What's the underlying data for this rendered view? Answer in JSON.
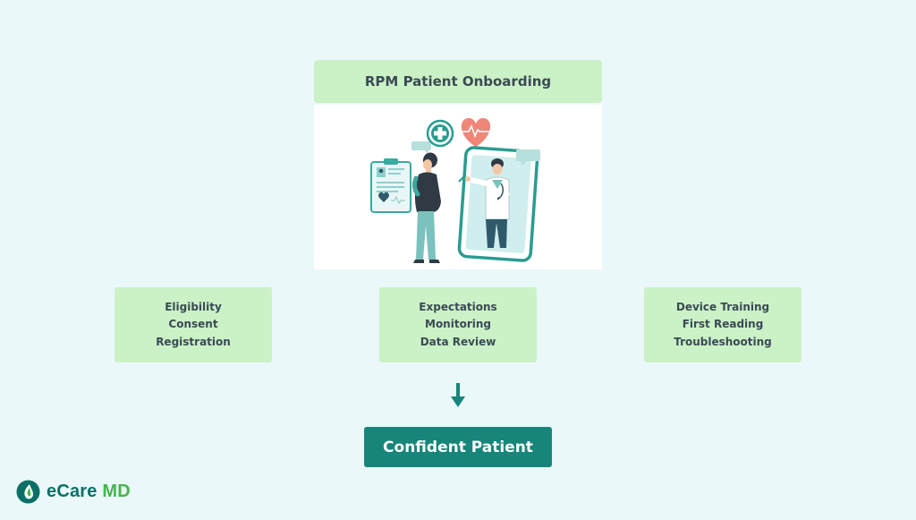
{
  "diagram": {
    "title": "RPM Patient Onboarding",
    "steps": [
      {
        "lines": [
          "Eligibility",
          "Consent",
          "Registration"
        ]
      },
      {
        "lines": [
          "Expectations",
          "Monitoring",
          "Data Review"
        ]
      },
      {
        "lines": [
          "Device Training",
          "First Reading",
          "Troubleshooting"
        ]
      }
    ],
    "flow_icon": "down-arrow-icon",
    "outcome": "Confident Patient"
  },
  "illustration": {
    "description_icons": [
      "clipboard-icon",
      "patient-figure",
      "smartphone-icon",
      "doctor-figure",
      "medical-cross-icon",
      "heart-pulse-icon",
      "chat-bubble-icon"
    ]
  },
  "brand": {
    "name_part1": "eCare",
    "name_part2": "MD",
    "icon": "ecare-drop-logo-icon",
    "colors": {
      "primary": "#0c6f66",
      "accent": "#43b54b"
    }
  },
  "colors": {
    "background": "#eaf8fa",
    "box_fill": "#cbf2c6",
    "text": "#3b4a55",
    "outcome_fill": "#17857a"
  }
}
